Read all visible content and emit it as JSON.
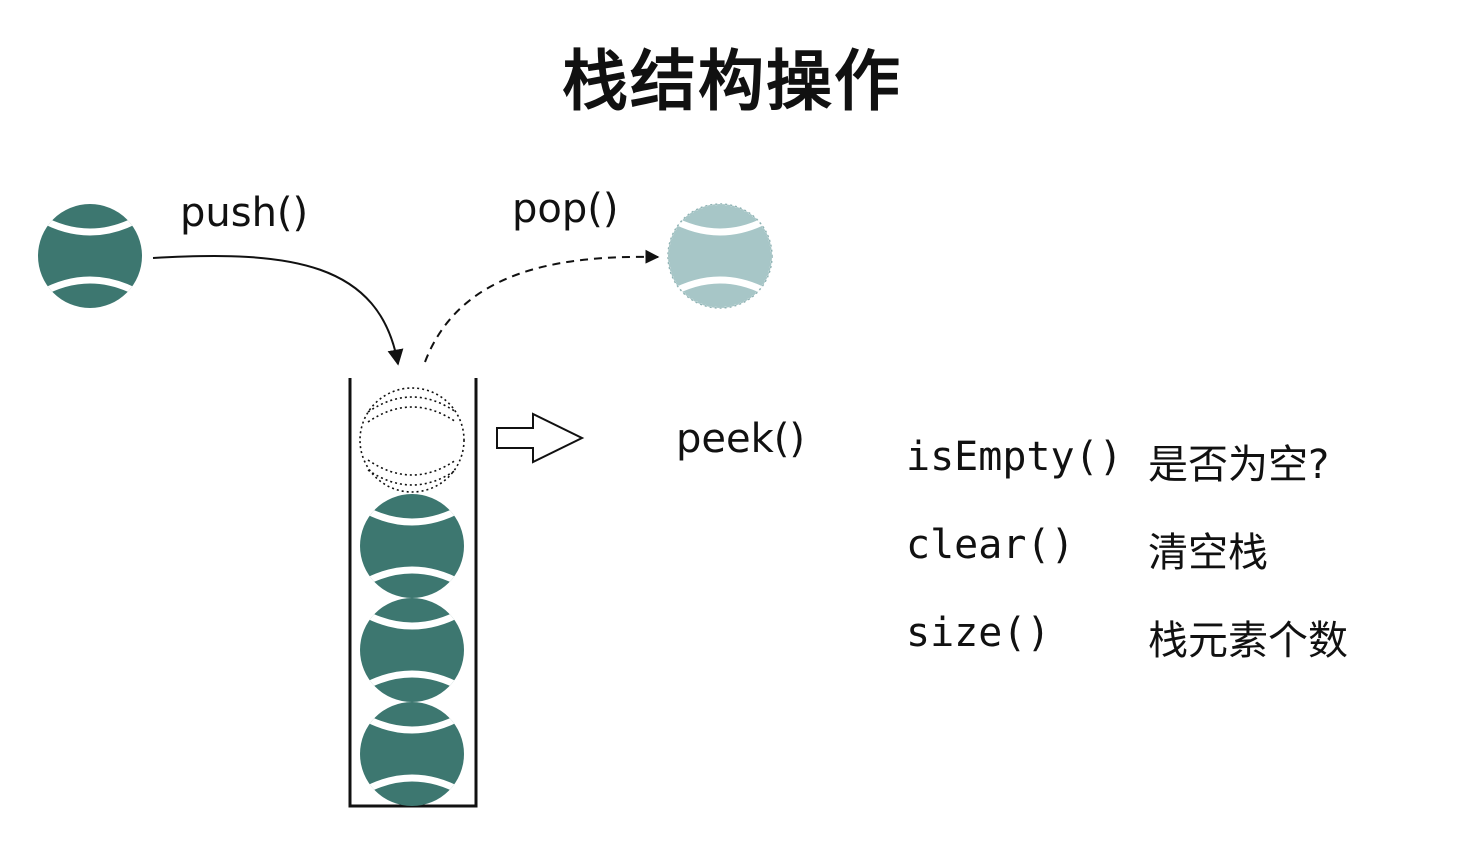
{
  "title": "栈结构操作",
  "operations": {
    "push": "push()",
    "pop": "pop()",
    "peek": "peek()"
  },
  "methods": [
    {
      "name": "isEmpty()",
      "desc": "是否为空?"
    },
    {
      "name": "clear()",
      "desc": "清空栈"
    },
    {
      "name": "size()",
      "desc": "栈元素个数"
    }
  ],
  "colors": {
    "ball": "#3d7770",
    "ball_faded": "#a7c6c7",
    "stroke": "#111111"
  }
}
